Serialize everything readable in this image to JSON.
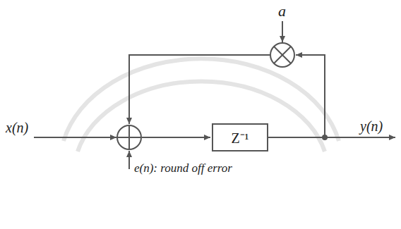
{
  "diagram": {
    "nodes": [
      {
        "text": [
          "Z⁻¹"
        ]
      }
    ],
    "labels": [
      "a",
      "x(n)",
      "y(n)",
      "e(n): round off error"
    ]
  }
}
